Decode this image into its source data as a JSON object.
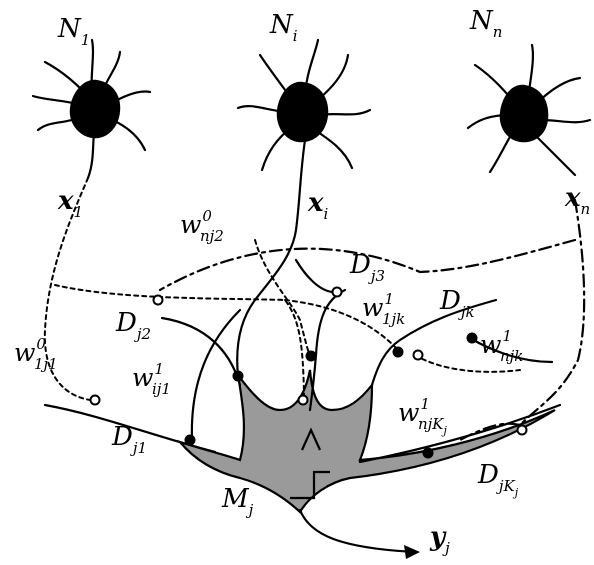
{
  "neurons": [
    {
      "name": "N",
      "index": "1"
    },
    {
      "name": "N",
      "index": "i"
    },
    {
      "name": "N",
      "index": "n"
    }
  ],
  "inputs": [
    {
      "name": "x",
      "index": "1"
    },
    {
      "name": "x",
      "index": "i"
    },
    {
      "name": "x",
      "index": "n"
    }
  ],
  "dendrites": [
    {
      "name": "D",
      "index": "j1"
    },
    {
      "name": "D",
      "index": "j2"
    },
    {
      "name": "D",
      "index": "j3"
    },
    {
      "name": "D",
      "index": "jk"
    },
    {
      "name": "D",
      "index": "jK",
      "index2": "j"
    }
  ],
  "weights": [
    {
      "name": "w",
      "sup": "0",
      "sub": "1j1"
    },
    {
      "name": "w",
      "sup": "0",
      "sub": "nj2"
    },
    {
      "name": "w",
      "sup": "1",
      "sub": "ij1"
    },
    {
      "name": "w",
      "sup": "1",
      "sub": "1jk"
    },
    {
      "name": "w",
      "sup": "1",
      "sub": "njk"
    },
    {
      "name": "w",
      "sup": "1",
      "sub": "njK",
      "sub2": "j"
    }
  ],
  "soma": {
    "name": "M",
    "index": "j",
    "fill": "#9a9a9a"
  },
  "output": {
    "name": "y",
    "index": "j"
  },
  "colors": {
    "ink": "#000000",
    "soma_fill": "#9a9a9a"
  }
}
